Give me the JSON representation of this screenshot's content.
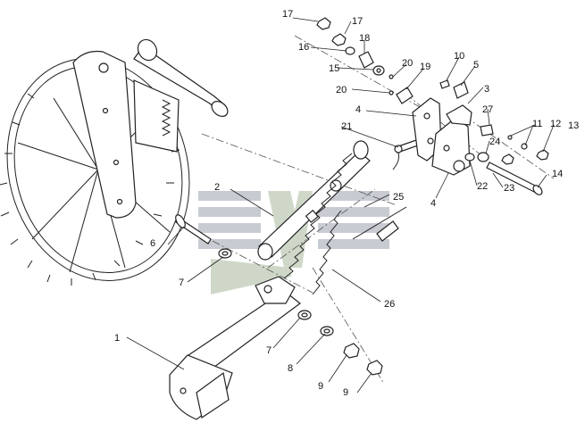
{
  "diagram": {
    "callouts": [
      {
        "label": "1"
      },
      {
        "label": "2"
      },
      {
        "label": "3"
      },
      {
        "label": "4"
      },
      {
        "label": "4"
      },
      {
        "label": "5"
      },
      {
        "label": "6"
      },
      {
        "label": "7"
      },
      {
        "label": "7"
      },
      {
        "label": "8"
      },
      {
        "label": "9"
      },
      {
        "label": "9"
      },
      {
        "label": "10"
      },
      {
        "label": "11"
      },
      {
        "label": "12"
      },
      {
        "label": "13"
      },
      {
        "label": "14"
      },
      {
        "label": "15"
      },
      {
        "label": "16"
      },
      {
        "label": "17"
      },
      {
        "label": "17"
      },
      {
        "label": "18"
      },
      {
        "label": "19"
      },
      {
        "label": "20"
      },
      {
        "label": "20"
      },
      {
        "label": "21"
      },
      {
        "label": "22"
      },
      {
        "label": "23"
      },
      {
        "label": "24"
      },
      {
        "label": "25"
      },
      {
        "label": "26"
      },
      {
        "label": "27"
      }
    ]
  }
}
